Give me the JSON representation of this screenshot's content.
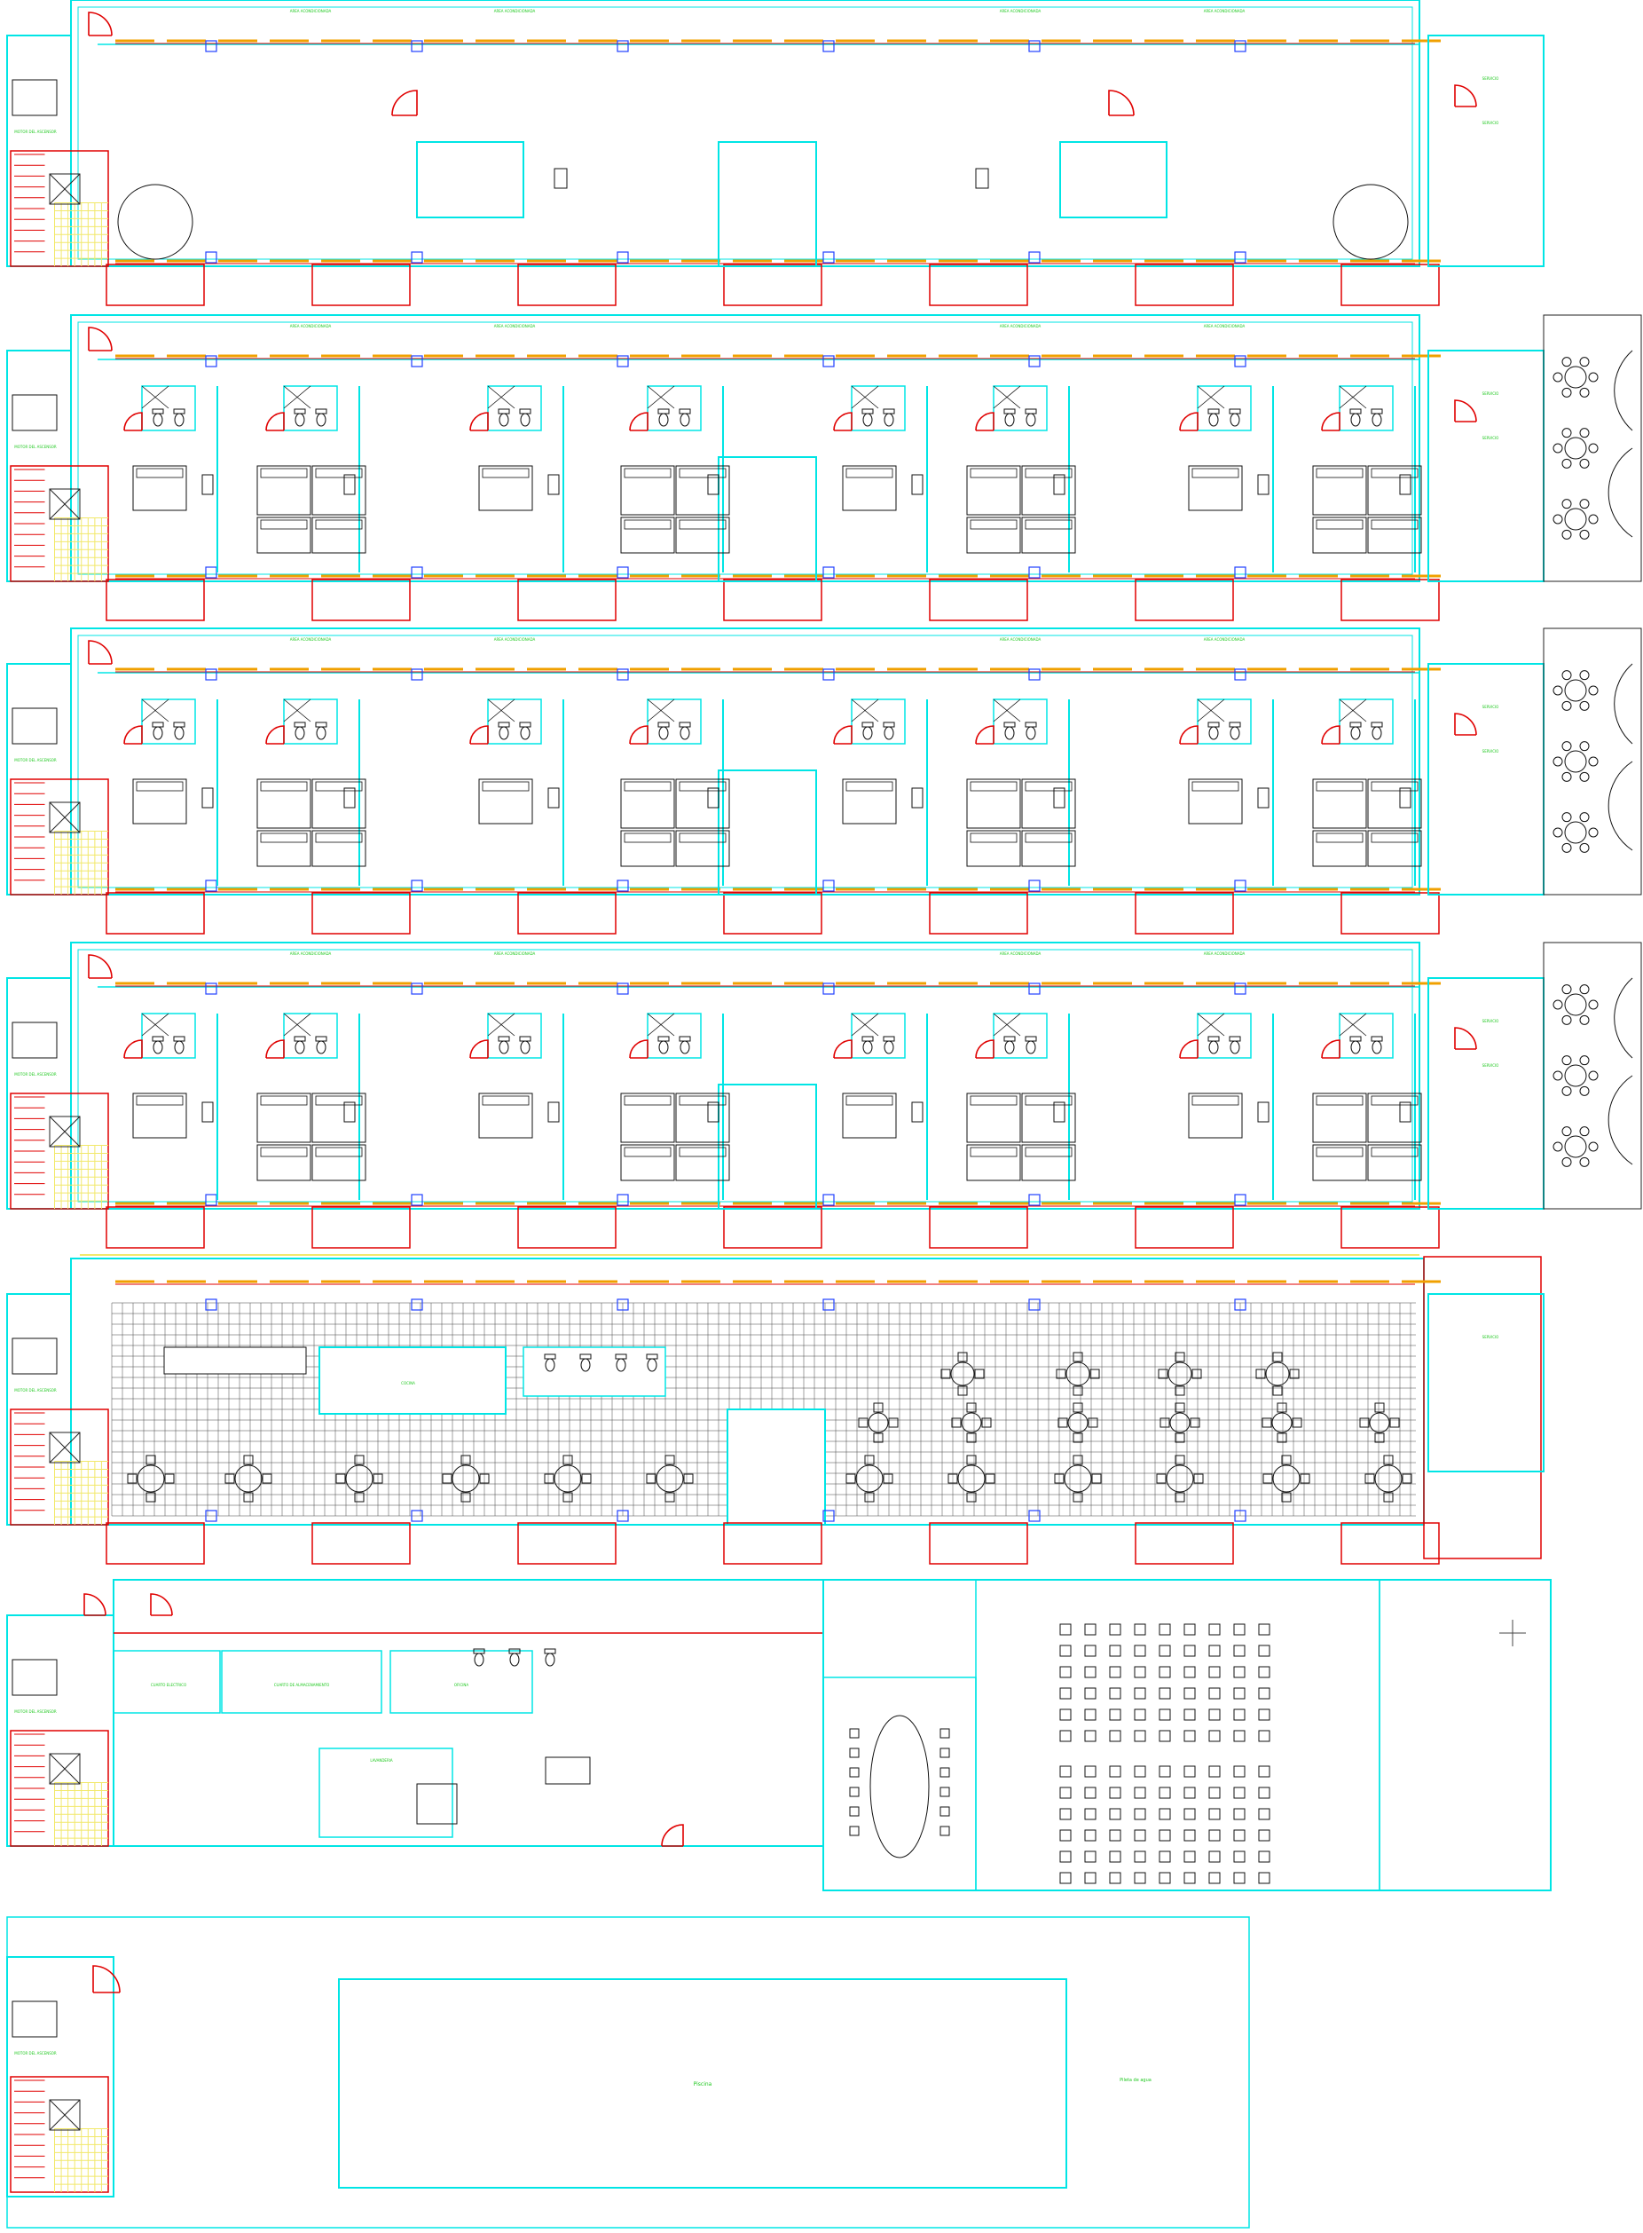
{
  "colors": {
    "wall": "#00e5e5",
    "door": "#e00000",
    "window": "#f0a000",
    "furniture": "#000000",
    "stair": "#f2e86a",
    "label": "#1ec81e",
    "column": "#2040ff"
  },
  "labels": {
    "elevator_machine": "MOTOR DEL ASCENSOR",
    "corridor_small": "AREA ACONDICIONADA",
    "stair_note": "ESCALERA",
    "bath": "SERVICIO",
    "kitchen": "COCINA",
    "electric_room": "CUARTO ELECTRICO",
    "storage": "CUARTO DE ALMACENAMIENTO",
    "laundry": "LAVANDERIA",
    "office": "OFICINA",
    "pool": "Piscina",
    "pool_note": "Pileta de agua"
  },
  "levels": [
    {
      "name": "level-1-typical-empty"
    },
    {
      "name": "level-2-rooms"
    },
    {
      "name": "level-3-rooms"
    },
    {
      "name": "level-4-rooms"
    },
    {
      "name": "level-5-restaurant"
    },
    {
      "name": "level-6-service"
    },
    {
      "name": "level-7-pool"
    }
  ]
}
